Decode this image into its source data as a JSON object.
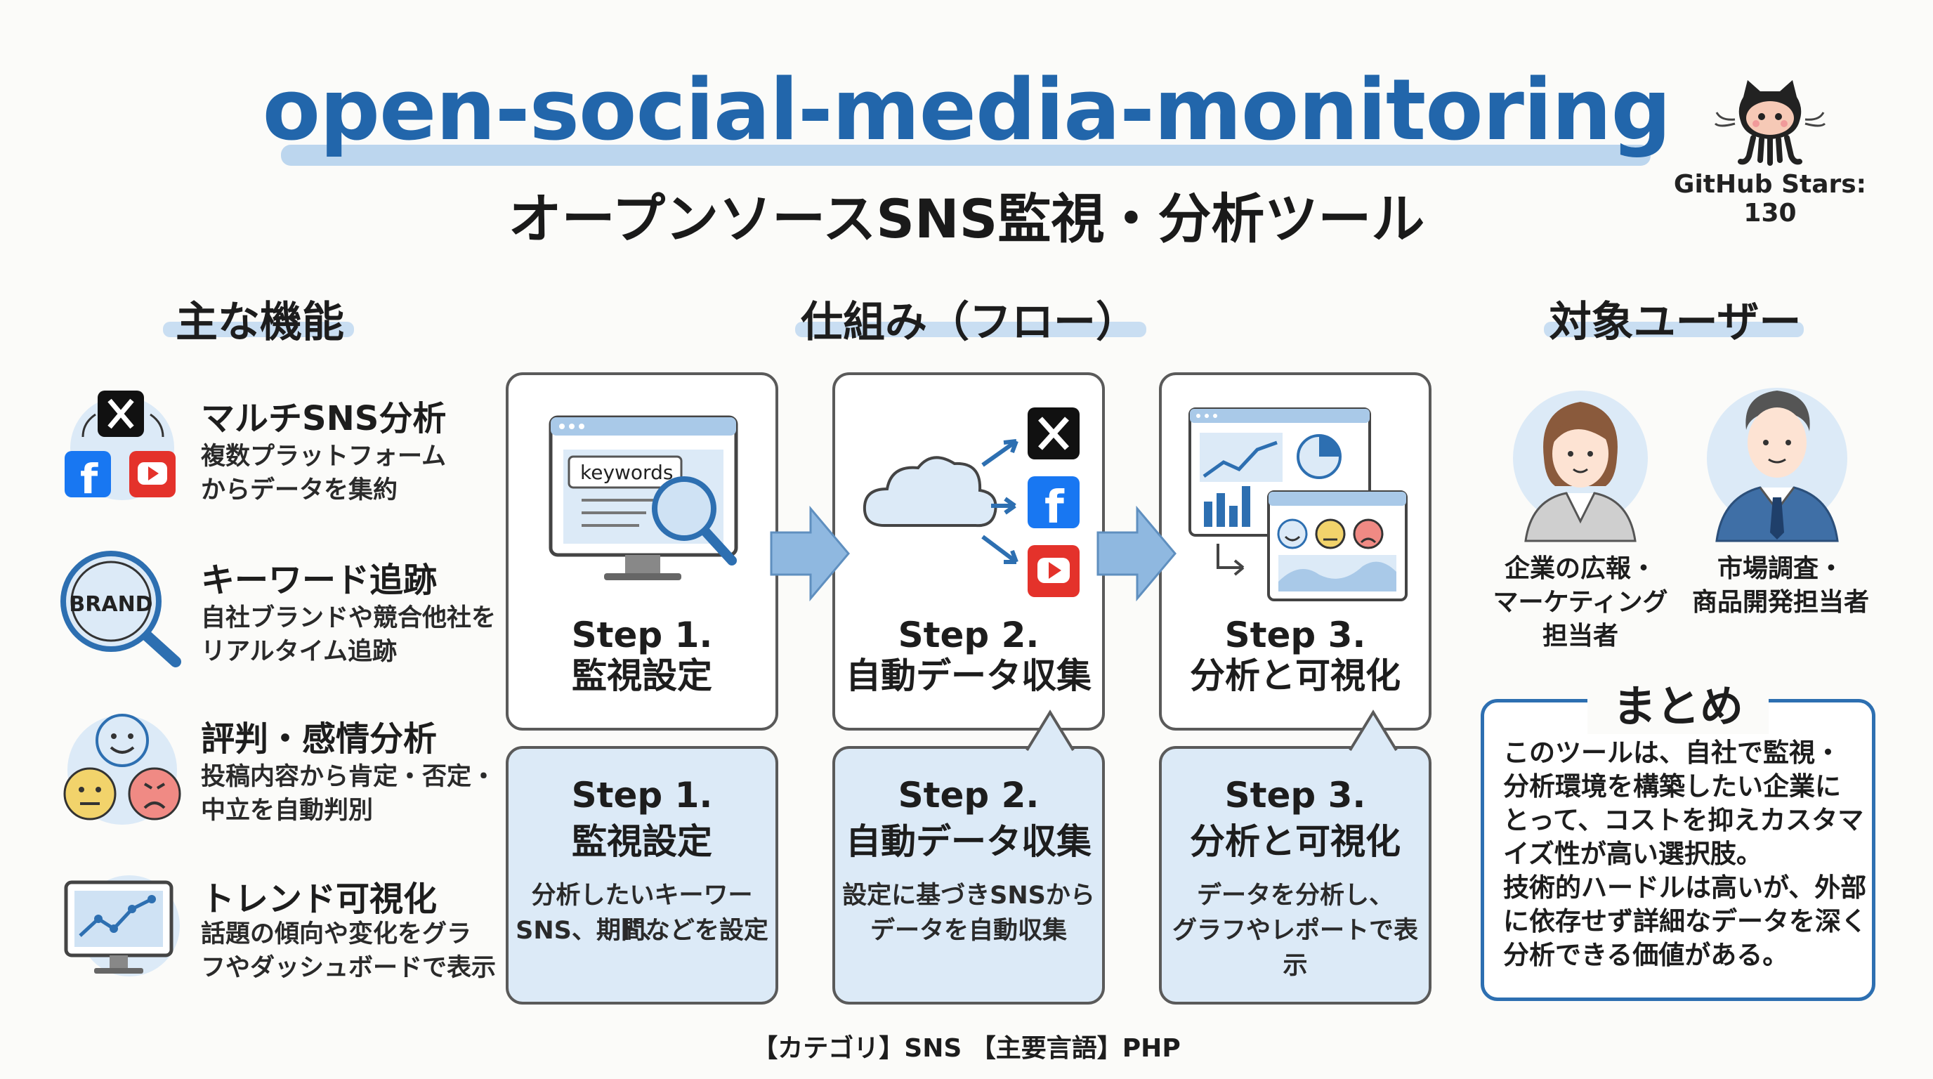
{
  "header": {
    "title": "open-social-media-monitoring",
    "subtitle": "オープンソースSNS監視・分析ツール",
    "github_stars": "GitHub Stars: 130"
  },
  "features": {
    "heading": "主な機能",
    "items": [
      {
        "title": "マルチSNS分析",
        "desc_line1": "複数プラットフォーム",
        "desc_line2": "からデータを集約",
        "icon": "sns-logos-icon"
      },
      {
        "title": "キーワード追跡",
        "desc_line1": "自社ブランドや競合他社を",
        "desc_line2": "リアルタイム追跡",
        "icon": "brand-magnifier-icon",
        "icon_text": "BRAND"
      },
      {
        "title": "評判・感情分析",
        "desc_line1": "投稿内容から肯定・否定・",
        "desc_line2": "中立を自動判別",
        "icon": "sentiment-faces-icon"
      },
      {
        "title": "トレンド可視化",
        "desc_line1": "話題の傾向や変化をグラ",
        "desc_line2": "フやダッシュボードで表示",
        "icon": "trend-monitor-icon"
      }
    ]
  },
  "flow": {
    "heading": "仕組み（フロー）",
    "steps": [
      {
        "step": "Step 1.",
        "name": "監視設定",
        "desc_line1": "分析したいキーワード、",
        "desc_line2": "SNS、期間などを設定",
        "icon": "keyword-search-monitor-icon",
        "icon_text": "keywords"
      },
      {
        "step": "Step 2.",
        "name": "自動データ収集",
        "desc_line1": "設定に基づきSNSから",
        "desc_line2": "データを自動収集",
        "icon": "cloud-to-sns-icon"
      },
      {
        "step": "Step 3.",
        "name": "分析と可視化",
        "desc_line1": "データを分析し、",
        "desc_line2": "グラフやレポートで表示",
        "icon": "dashboard-report-icon"
      }
    ]
  },
  "users": {
    "heading": "対象ユーザー",
    "items": [
      {
        "line1": "企業の広報・",
        "line2": "マーケティング",
        "line3": "担当者",
        "icon": "woman-avatar-icon"
      },
      {
        "line1": "市場調査・",
        "line2": "商品開発担当者",
        "line3": "",
        "icon": "man-avatar-icon"
      }
    ]
  },
  "summary": {
    "heading": "まとめ",
    "lines": [
      "このツールは、自社で監視・",
      "分析環境を構築したい企業に",
      "とって、コストを抑えカスタマ",
      "イズ性が高い選択肢。",
      "技術的ハードルは高いが、外部",
      "に依存せず詳細なデータを深く",
      "分析できる価値がある。"
    ]
  },
  "footer": {
    "text": "【カテゴリ】SNS 【主要言語】PHP"
  },
  "colors": {
    "accent_blue": "#2266ab",
    "light_blue": "#dceaf7",
    "x_black": "#111111",
    "facebook_blue": "#1877f2",
    "youtube_red": "#e4322b",
    "face_yellow": "#f2d36b",
    "face_red": "#f08a84"
  }
}
